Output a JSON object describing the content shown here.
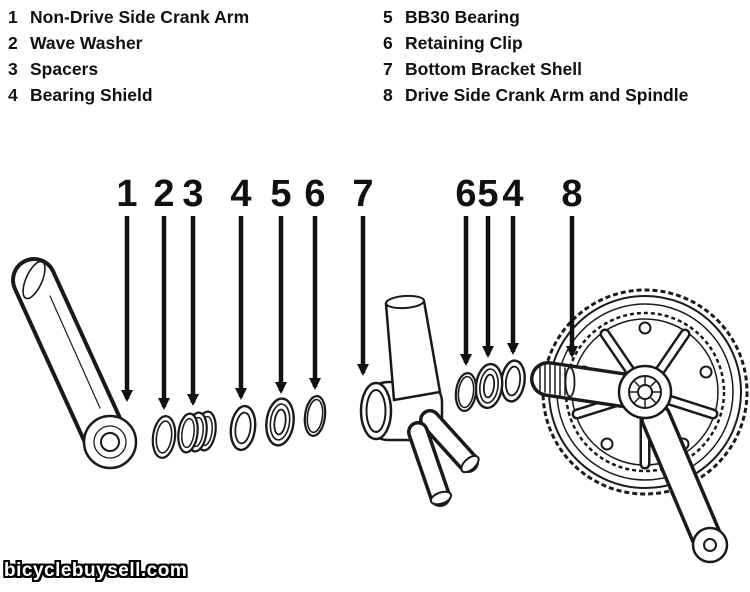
{
  "legend": {
    "left": [
      {
        "num": "1",
        "label": "Non-Drive Side Crank Arm"
      },
      {
        "num": "2",
        "label": "Wave Washer"
      },
      {
        "num": "3",
        "label": "Spacers"
      },
      {
        "num": "4",
        "label": "Bearing Shield"
      }
    ],
    "right": [
      {
        "num": "5",
        "label": "BB30 Bearing"
      },
      {
        "num": "6",
        "label": "Retaining Clip"
      },
      {
        "num": "7",
        "label": "Bottom Bracket Shell"
      },
      {
        "num": "8",
        "label": "Drive Side Crank Arm and Spindle"
      }
    ]
  },
  "callouts": [
    {
      "num": "1"
    },
    {
      "num": "2"
    },
    {
      "num": "3"
    },
    {
      "num": "4"
    },
    {
      "num": "5"
    },
    {
      "num": "6"
    },
    {
      "num": "7"
    },
    {
      "num": "6"
    },
    {
      "num": "5"
    },
    {
      "num": "4"
    },
    {
      "num": "8"
    }
  ],
  "watermark": "bicyclebuysell.com",
  "colors": {
    "ink": "#1a1a1a",
    "background": "#ffffff"
  }
}
